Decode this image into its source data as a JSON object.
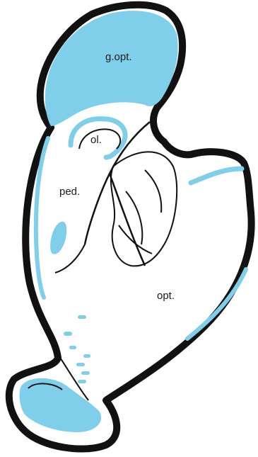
{
  "labels": {
    "gopt": "g.opt.",
    "ol": "ol.",
    "ped": "ped.",
    "opt": "opt."
  },
  "colors": {
    "accent": "#7fcfea",
    "outline": "#111111",
    "fill": "#ffffff"
  }
}
